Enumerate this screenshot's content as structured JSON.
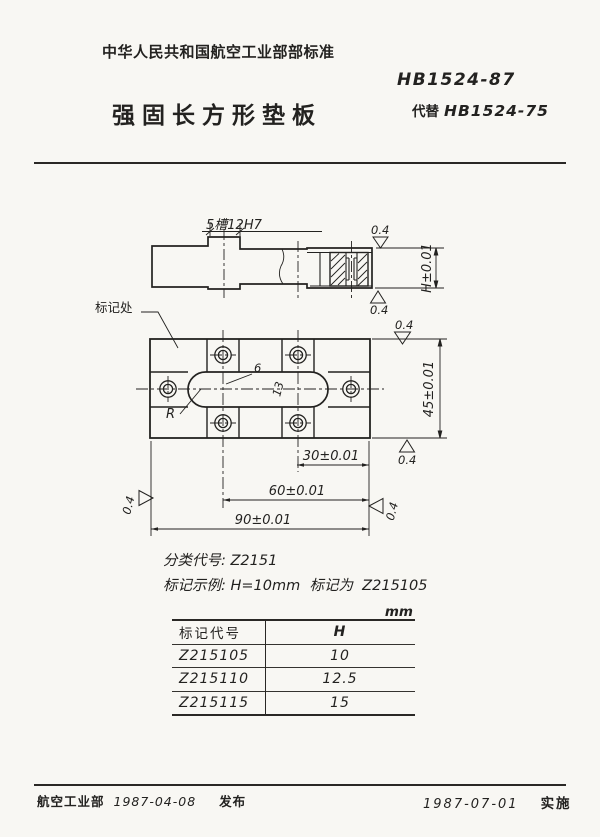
{
  "header": {
    "org": "中华人民共和国航空工业部部标准",
    "std_no": "HB1524-87",
    "title": "强固长方形垫板",
    "replaces_label": "代替",
    "replaces_no": "HB1524-75"
  },
  "drawing": {
    "slot_note": "5槽12H7",
    "finish": "0.4",
    "dim_h": "H±0.01",
    "mark_label": "标记处",
    "slot_width": "6",
    "slot_len": "13",
    "radius_label": "R",
    "dim_30": "30±0.01",
    "dim_45": "45±0.01",
    "dim_60": "60±0.01",
    "dim_90": "90±0.01"
  },
  "notes": {
    "class_line": "分类代号: Z2151",
    "example_line": "标记示例: H=10mm  标记为  Z215105"
  },
  "table": {
    "unit": "mm",
    "col1": "标记代号",
    "col2": "H",
    "rows": [
      {
        "code": "Z215105",
        "h": "10"
      },
      {
        "code": "Z215110",
        "h": "12.5"
      },
      {
        "code": "Z215115",
        "h": "15"
      }
    ]
  },
  "footer": {
    "issuer": "航空工业部",
    "issue_date": "1987-04-08",
    "issue_action": "发布",
    "impl_date": "1987-07-01",
    "impl_action": "实施"
  }
}
